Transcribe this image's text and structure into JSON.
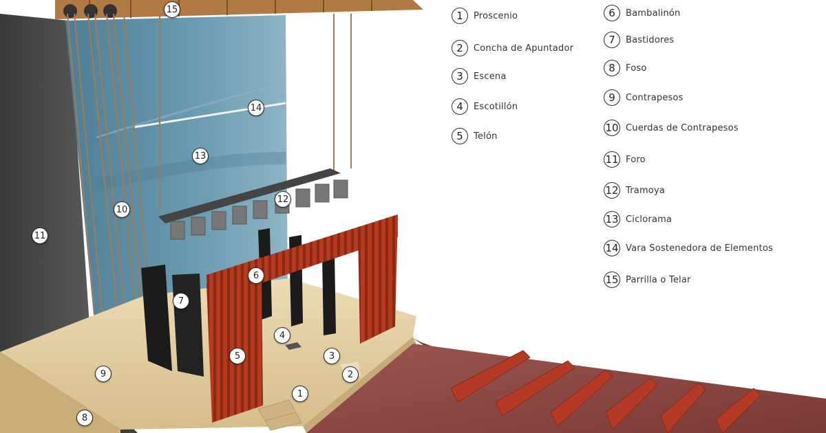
{
  "legend": [
    {
      "num": "1",
      "label": "Proscenio"
    },
    {
      "num": "2",
      "label": "Concha de Apuntador"
    },
    {
      "num": "3",
      "label": "Escena"
    },
    {
      "num": "4",
      "label": "Escotillón"
    },
    {
      "num": "5",
      "label": "Telón"
    },
    {
      "num": "6",
      "label": "Bambalinón"
    },
    {
      "num": "7",
      "label": "Bastidores"
    },
    {
      "num": "8",
      "label": "Foso"
    },
    {
      "num": "9",
      "label": "Contrapesos"
    },
    {
      "num": "10",
      "label": "Cuerdas de Contrapesos"
    },
    {
      "num": "11",
      "label": "Foro"
    },
    {
      "num": "12",
      "label": "Tramoya"
    },
    {
      "num": "13",
      "label": "Ciclorama"
    },
    {
      "num": "14",
      "label": "Vara Sostenedora de Elementos"
    },
    {
      "num": "15",
      "label": "Parrilla o Telar"
    }
  ],
  "markers": {
    "m1": "1",
    "m2": "2",
    "m3": "3",
    "m4": "4",
    "m5": "5",
    "m6": "6",
    "m7": "7",
    "m8": "8",
    "m9": "9",
    "m10": "10",
    "m11": "11",
    "m12": "12",
    "m13": "13",
    "m14": "14",
    "m15": "15"
  },
  "colors": {
    "cyclorama": "#5b8ca3",
    "back_wall": "#4a4a4a",
    "stage_floor": "#e3cfa3",
    "curtain": "#b8391f",
    "seats": "#b43a26",
    "house_floor": "#8d4a43",
    "grid": "#b07a45"
  }
}
